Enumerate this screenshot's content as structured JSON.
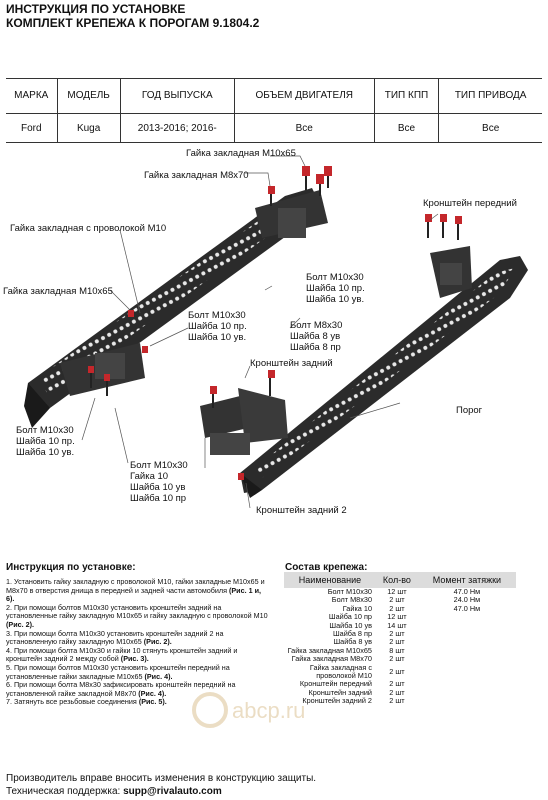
{
  "header": {
    "line1": "ИНСТРУКЦИЯ ПО УСТАНОВКЕ",
    "line2": "КОМПЛЕКТ КРЕПЕЖА К ПОРОГАМ 9.1804.2"
  },
  "spec_table": {
    "columns": [
      "МАРКА",
      "МОДЕЛЬ",
      "ГОД ВЫПУСКА",
      "ОБЪЕМ ДВИГАТЕЛЯ",
      "ТИП КПП",
      "ТИП ПРИВОДА"
    ],
    "row": [
      "Ford",
      "Kuga",
      "2013-2016; 2016-",
      "Все",
      "Все",
      "Все"
    ]
  },
  "labels": {
    "nut_m10x65_top": "Гайка закладная М10х65",
    "nut_m8x70": "Гайка закладная М8х70",
    "nut_wire_m10": "Гайка закладная с проволокой М10",
    "nut_m10x65_left": "Гайка закладная М10х65",
    "front_bracket": "Кронштейн передний",
    "bolt_group_a": [
      "Болт М10х30",
      "Шайба 10 пр.",
      "Шайба 10 ув."
    ],
    "bolt_group_b": [
      "Болт М10х30",
      "Шайба 10 пр.",
      "Шайба 10 ув."
    ],
    "bolt_group_c": [
      "Болт М8х30",
      "Шайба 8 ув",
      "Шайба 8 пр"
    ],
    "rear_bracket": "Кронштейн задний",
    "step_board": "Порог",
    "bolt_group_d": [
      "Болт М10х30",
      "Шайба 10 пр.",
      "Шайба 10 ув."
    ],
    "bolt_group_e": [
      "Болт М10х30",
      "Гайка 10",
      "Шайба 10 ув",
      "Шайба 10 пр"
    ],
    "rear_bracket_2": "Кронштейн задний 2"
  },
  "instructions": {
    "title": "Инструкция по установке:",
    "steps": [
      {
        "text": "1. Установить гайку закладную с проволокой М10, гайки закладные М10х65 и М8х70 в отверстия днища в передней и задней части автомобиля ",
        "ref": "(Рис. 1 и, 6)."
      },
      {
        "text": "2. При помощи болтов М10х30 установить кронштейн задний на установленные гайку закладную М10х65 и гайку закладную с проволокой М10 ",
        "ref": "(Рис. 2)."
      },
      {
        "text": "3. При помощи болта М10х30 установить кронштейн задний 2 на установленную гайку закладную М10х65 ",
        "ref": "(Рис. 2)."
      },
      {
        "text": "4. При помощи болта М10х30 и гайки 10 стянуть кронштейн задний и кронштейн задний 2 между собой ",
        "ref": "(Рис. 3)."
      },
      {
        "text": "5. При помощи болтов М10х30 установить кронштейн передний на установленные гайки закладные М10х65 ",
        "ref": "(Рис. 4)."
      },
      {
        "text": "6. При помощи болта М8х30 зафиксировать кронштейн передний на установленной гайке закладной М8х70 ",
        "ref": "(Рис. 4)."
      },
      {
        "text": "7. Затянуть все резьбовые соединения ",
        "ref": "(Рис. 5)."
      }
    ]
  },
  "fasteners": {
    "title": "Состав крепежа:",
    "columns": [
      "Наименование",
      "Кол-во",
      "Момент затяжки"
    ],
    "rows": [
      [
        "Болт М10х30",
        "12 шт",
        "47.0 Нм"
      ],
      [
        "Болт М8х30",
        "2 шт",
        "24.0 Нм"
      ],
      [
        "Гайка 10",
        "2 шт",
        "47.0 Нм"
      ],
      [
        "Шайба 10 пр",
        "12 шт",
        ""
      ],
      [
        "Шайба 10 ув",
        "14 шт",
        ""
      ],
      [
        "Шайба 8 пр",
        "2 шт",
        ""
      ],
      [
        "Шайба 8 ув",
        "2 шт",
        ""
      ],
      [
        "Гайка закладная М10х65",
        "8 шт",
        ""
      ],
      [
        "Гайка закладная М8х70",
        "2 шт",
        ""
      ],
      [
        "Гайка закладная с проволокой М10",
        "2 шт",
        ""
      ],
      [
        "Кронштейн передний",
        "2 шт",
        ""
      ],
      [
        "Кронштейн задний",
        "2 шт",
        ""
      ],
      [
        "Кронштейн задний 2",
        "2 шт",
        ""
      ]
    ]
  },
  "footer": {
    "line1": "Производитель вправе вносить изменения в конструкцию защиты.",
    "support_label": "Техническая поддержка: ",
    "support_email": "supp@rivalauto.com"
  },
  "watermark": {
    "text": "abcp.ru"
  },
  "colors": {
    "board": "#2b2b2b",
    "accent": "#c4272b",
    "hole": "#e8e8e8"
  }
}
